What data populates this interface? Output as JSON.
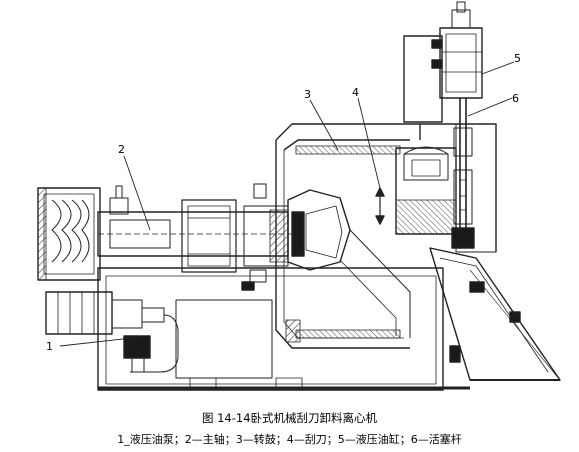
{
  "figure": {
    "callouts": [
      "1",
      "2",
      "3",
      "4",
      "5",
      "6"
    ],
    "caption_title": "图 14-14卧式机械刮刀卸料离心机",
    "caption_legend": "1_液压油泵；2—主轴；3—转鼓；4—刮刀；5—液压油缸；6—活塞杆"
  },
  "colors": {
    "line": "#222222",
    "fill_dark": "#1a1a1a",
    "hatch": "#555555",
    "background": "#ffffff"
  }
}
